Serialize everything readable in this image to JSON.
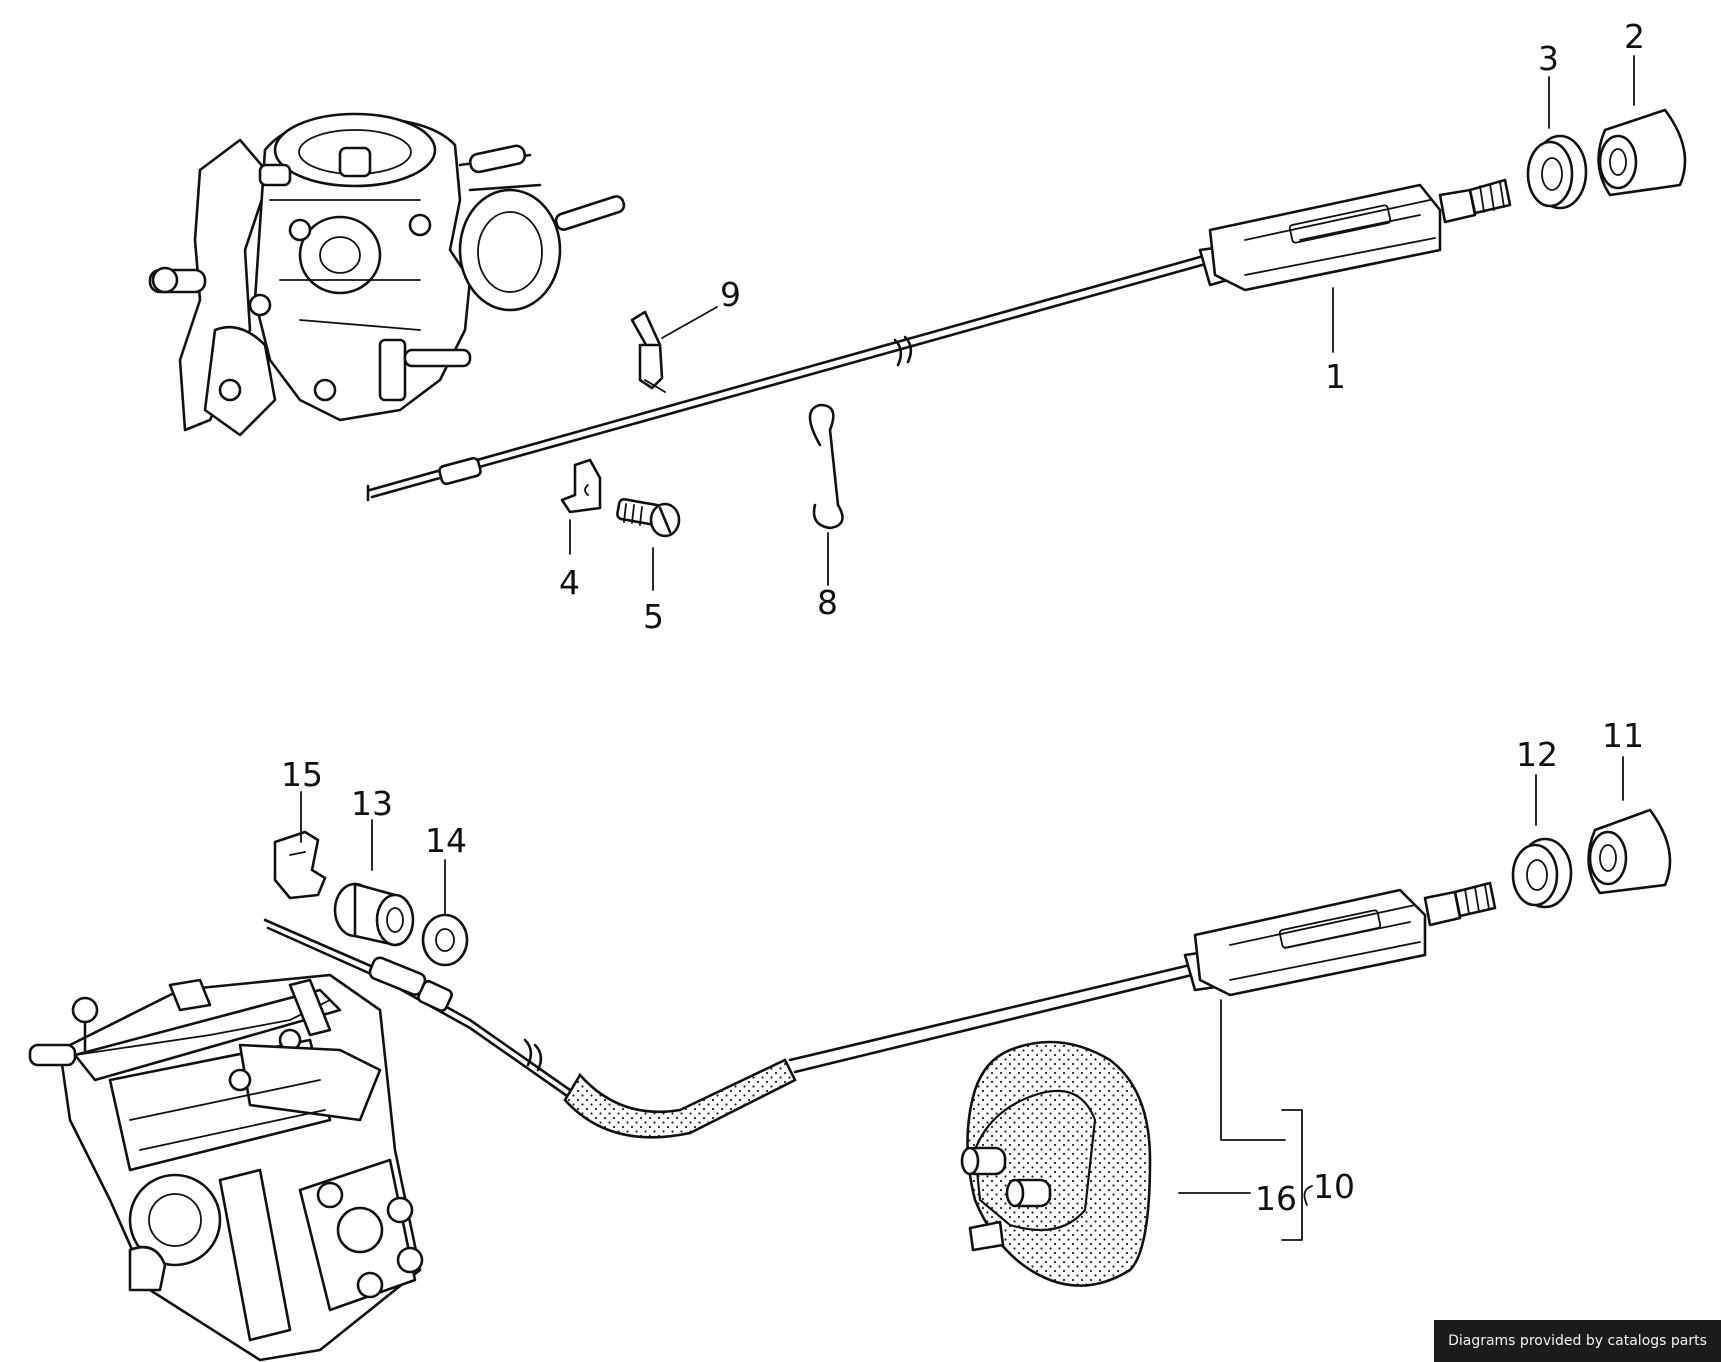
{
  "callouts": {
    "c1": "1",
    "c2": "2",
    "c3": "3",
    "c4": "4",
    "c5": "5",
    "c8": "8",
    "c9": "9",
    "c10": "10",
    "c11": "11",
    "c12": "12",
    "c13": "13",
    "c14": "14",
    "c15": "15",
    "c16": "16"
  },
  "credit": "Diagrams provided by catalogs parts"
}
